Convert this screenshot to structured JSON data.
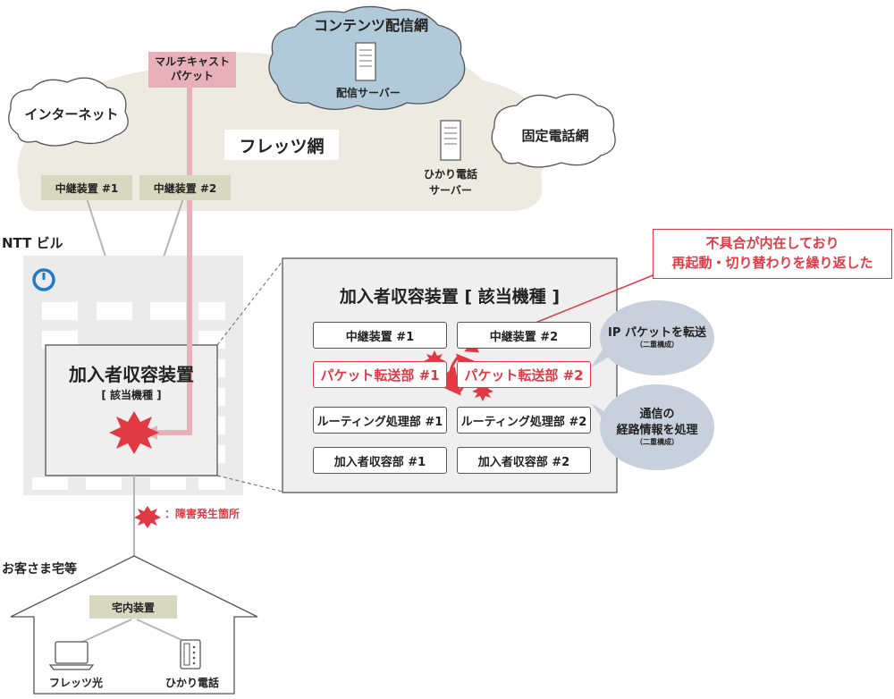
{
  "colors": {
    "alert_red": "#e23a45",
    "cloud_gray": "#eceae1",
    "cloud_blue": "#b0cad9",
    "relay_olive": "#d6d9c0",
    "multicast_pink": "#e8b1ba",
    "gray_panel": "#ebebeb",
    "bubble_blue": "#c7d0dc"
  },
  "clouds": {
    "flets": "フレッツ網",
    "internet": "インターネット",
    "content": "コンテンツ配信網",
    "fixed_phone": "固定電話網"
  },
  "servers": {
    "distribution": "配信サーバー",
    "hikari_line1": "ひかり電話",
    "hikari_line2": "サーバー"
  },
  "multicast": {
    "line1": "マルチキャスト",
    "line2": "パケット"
  },
  "relays": {
    "relay1": "中継装置 #1",
    "relay2": "中継装置 #2"
  },
  "building": {
    "label": "NTT ビル",
    "device_title": "加入者収容装置",
    "device_sub": "[ 該当機種 ]",
    "logo_icon": "ntt-logo-icon"
  },
  "legend": {
    "text": "：障害発生箇所",
    "icon": "burst-icon"
  },
  "detail": {
    "title": "加入者収容装置 [ 該当機種 ]",
    "units": [
      "中継装置 #1",
      "中継装置 #2",
      "パケット転送部 #1",
      "パケット転送部 #2",
      "ルーティング処理部 #1",
      "ルーティング処理部 #2",
      "加入者収容部 #1",
      "加入者収容部 #2"
    ]
  },
  "callout": {
    "line1": "不具合が内在しており",
    "line2": "再起動・切り替わりを繰り返した"
  },
  "bubbles": {
    "ip_line1": "IP パケットを転送",
    "ip_line2": "（二重構成）",
    "route_line1": "通信の",
    "route_line2": "経路情報を処理",
    "route_line3": "（二重構成）"
  },
  "home": {
    "label": "お客さま宅等",
    "device": "宅内装置",
    "laptop": "フレッツ光",
    "phone": "ひかり電話",
    "laptop_icon": "laptop-icon",
    "phone_icon": "phone-icon"
  }
}
